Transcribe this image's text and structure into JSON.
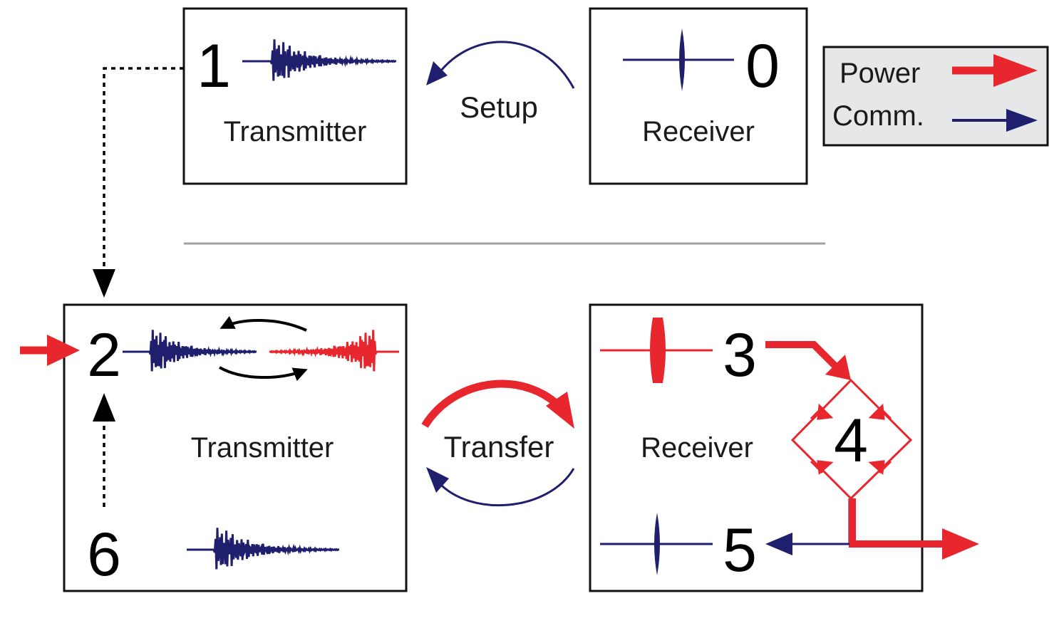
{
  "colors": {
    "power": "#e8262d",
    "comm": "#1f1f6e",
    "box_stroke": "#111111",
    "legend_bg": "#e6e7e8",
    "divider": "#a0a0a0"
  },
  "legend": {
    "power_label": "Power",
    "comm_label": "Comm."
  },
  "setup": {
    "transmitter": {
      "step": "1",
      "label": "Transmitter"
    },
    "receiver": {
      "step": "0",
      "label": "Receiver"
    },
    "arrow_label": "Setup"
  },
  "transfer": {
    "transmitter": {
      "step_top": "2",
      "step_bottom": "6",
      "label": "Transmitter"
    },
    "receiver": {
      "step_top": "3",
      "step_mid": "4",
      "step_bottom": "5",
      "label": "Receiver"
    },
    "arrow_label": "Transfer"
  }
}
